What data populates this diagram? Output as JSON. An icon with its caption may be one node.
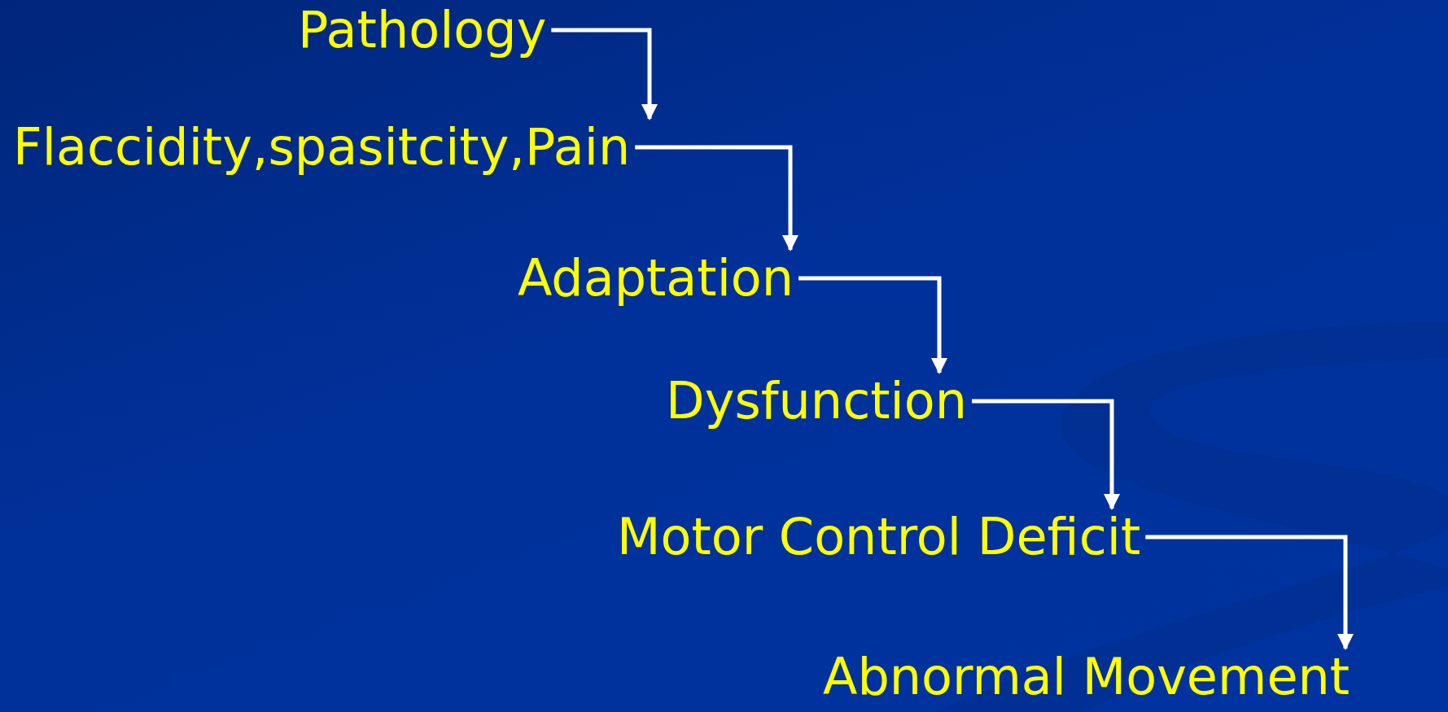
{
  "diagram": {
    "nodes": [
      {
        "text": [
          "Pathology"
        ]
      },
      {
        "text": [
          "Flaccidity,spasitcity,Pain"
        ]
      },
      {
        "text": [
          "Adaptation"
        ]
      },
      {
        "text": [
          "Dysfunction"
        ]
      },
      {
        "text": [
          "Motor Control Deficit"
        ]
      },
      {
        "text": [
          "Abnormal Movement"
        ]
      }
    ],
    "edges": [
      {
        "from": 0,
        "to": 1,
        "arrow": "to"
      },
      {
        "from": 1,
        "to": 2,
        "arrow": "to"
      },
      {
        "from": 2,
        "to": 3,
        "arrow": "to"
      },
      {
        "from": 3,
        "to": 4,
        "arrow": "to"
      },
      {
        "from": 4,
        "to": 5,
        "arrow": "to"
      }
    ]
  }
}
